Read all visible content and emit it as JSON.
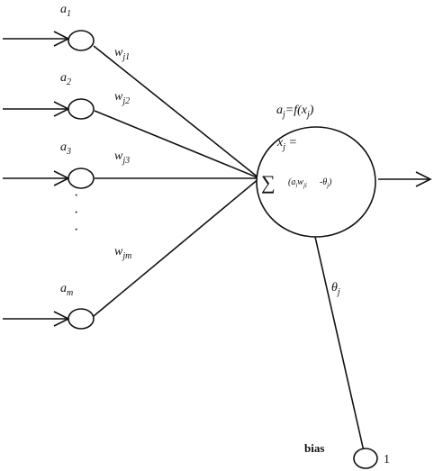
{
  "inputs": [
    {
      "name": "a",
      "sub": "1"
    },
    {
      "name": "a",
      "sub": "2"
    },
    {
      "name": "a",
      "sub": "3"
    },
    {
      "name": "a",
      "sub": "m"
    }
  ],
  "weights": [
    {
      "name": "w",
      "sub": "j1"
    },
    {
      "name": "w",
      "sub": "j2"
    },
    {
      "name": "w",
      "sub": "j3"
    },
    {
      "name": "w",
      "sub": "jm"
    }
  ],
  "ellipsis": "·",
  "neuron": {
    "activation": {
      "a": "a",
      "a_sub": "j",
      "eq": "=",
      "f": "f",
      "lp": "(",
      "x": "x",
      "x_sub": "j",
      "rp": ")"
    },
    "net": {
      "x": "x",
      "x_sub": "j",
      "eq": " ="
    },
    "sum_symbol": "∑",
    "sum_terms": {
      "lp": "(",
      "a": "a",
      "a_sub": "i",
      "w": "w",
      "w_sub": "ji",
      "minus": "-",
      "theta": "θ",
      "theta_sub": "j",
      "rp": ")"
    }
  },
  "bias": {
    "label": "bias",
    "value": "1",
    "theta": "θ",
    "theta_sub": "j"
  }
}
